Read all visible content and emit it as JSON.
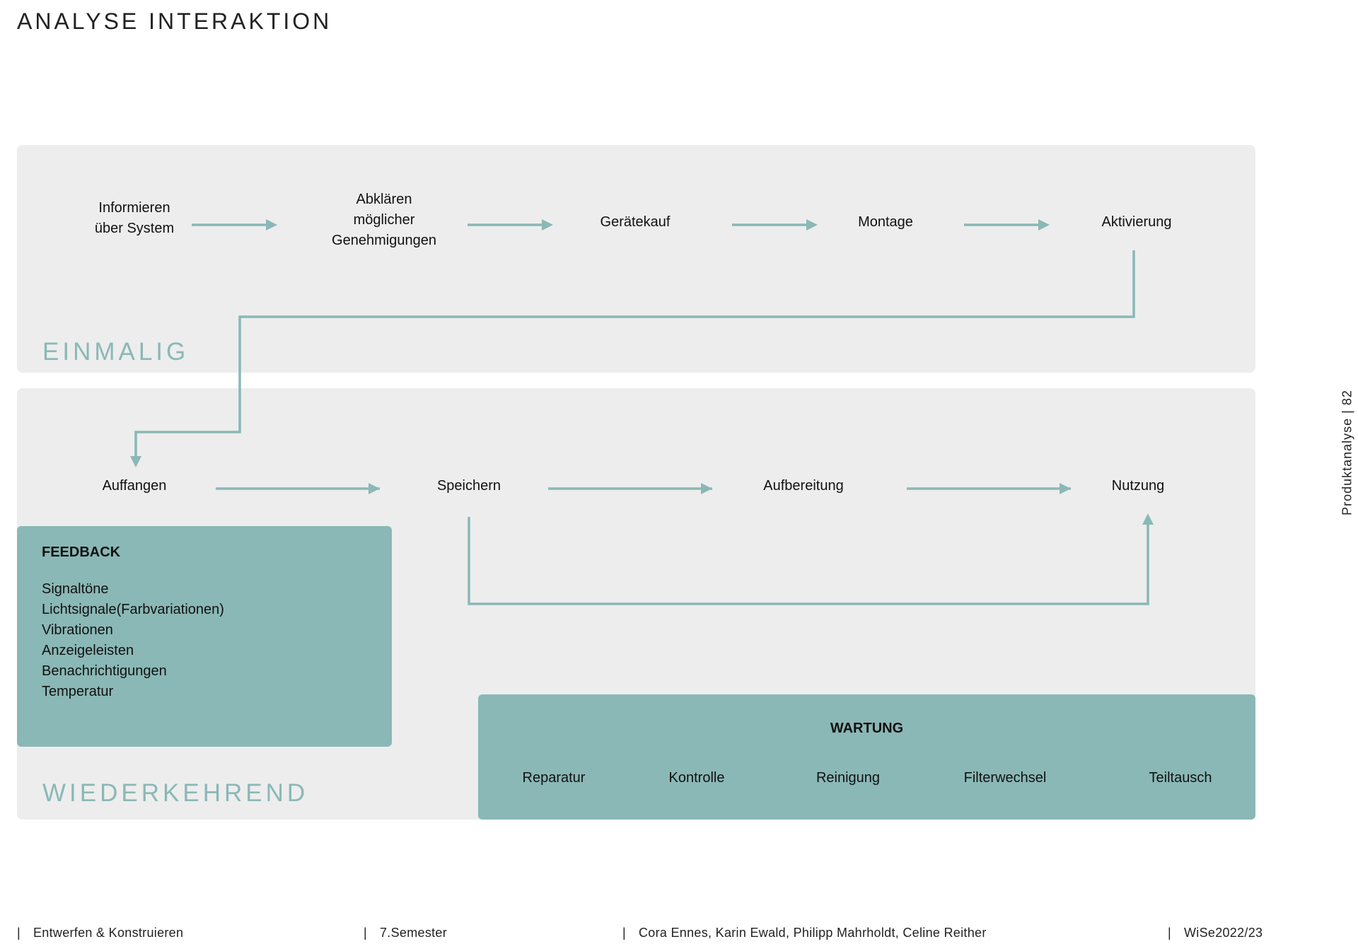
{
  "page": {
    "title": "ANALYSE INTERAKTION",
    "side_label": "Produktanalyse   |   82"
  },
  "sections": {
    "einmalig": "EINMALIG",
    "wiederkehrend": "WIEDERKEHREND"
  },
  "einmalig_steps": [
    {
      "lines": [
        "Informieren",
        "über System"
      ]
    },
    {
      "lines": [
        "Abklären",
        "möglicher",
        "Genehmigungen"
      ]
    },
    {
      "lines": [
        "Gerätekauf"
      ]
    },
    {
      "lines": [
        "Montage"
      ]
    },
    {
      "lines": [
        "Aktivierung"
      ]
    }
  ],
  "wiederkehrend_steps": [
    {
      "lines": [
        "Auffangen"
      ]
    },
    {
      "lines": [
        "Speichern"
      ]
    },
    {
      "lines": [
        "Aufbereitung"
      ]
    },
    {
      "lines": [
        "Nutzung"
      ]
    }
  ],
  "feedback": {
    "title": "FEEDBACK",
    "items": [
      "Signaltöne",
      "Lichtsignale(Farbvariationen)",
      "Vibrationen",
      "Anzeigeleisten",
      "Benachrichtigungen",
      "Temperatur"
    ]
  },
  "wartung": {
    "title": "WARTUNG",
    "items": [
      "Reparatur",
      "Kontrolle",
      "Reinigung",
      "Filterwechsel",
      "Teiltausch"
    ]
  },
  "footer": {
    "course": "Entwerfen & Konstruieren",
    "semester": "7.Semester",
    "authors": "Cora Ennes, Karin Ewald, Philipp Mahrholdt, Celine Reither",
    "term": "WiSe2022/23",
    "separator": "|"
  },
  "colors": {
    "accent": "#8ab8b6",
    "panel": "#ededed",
    "text": "#111111"
  }
}
